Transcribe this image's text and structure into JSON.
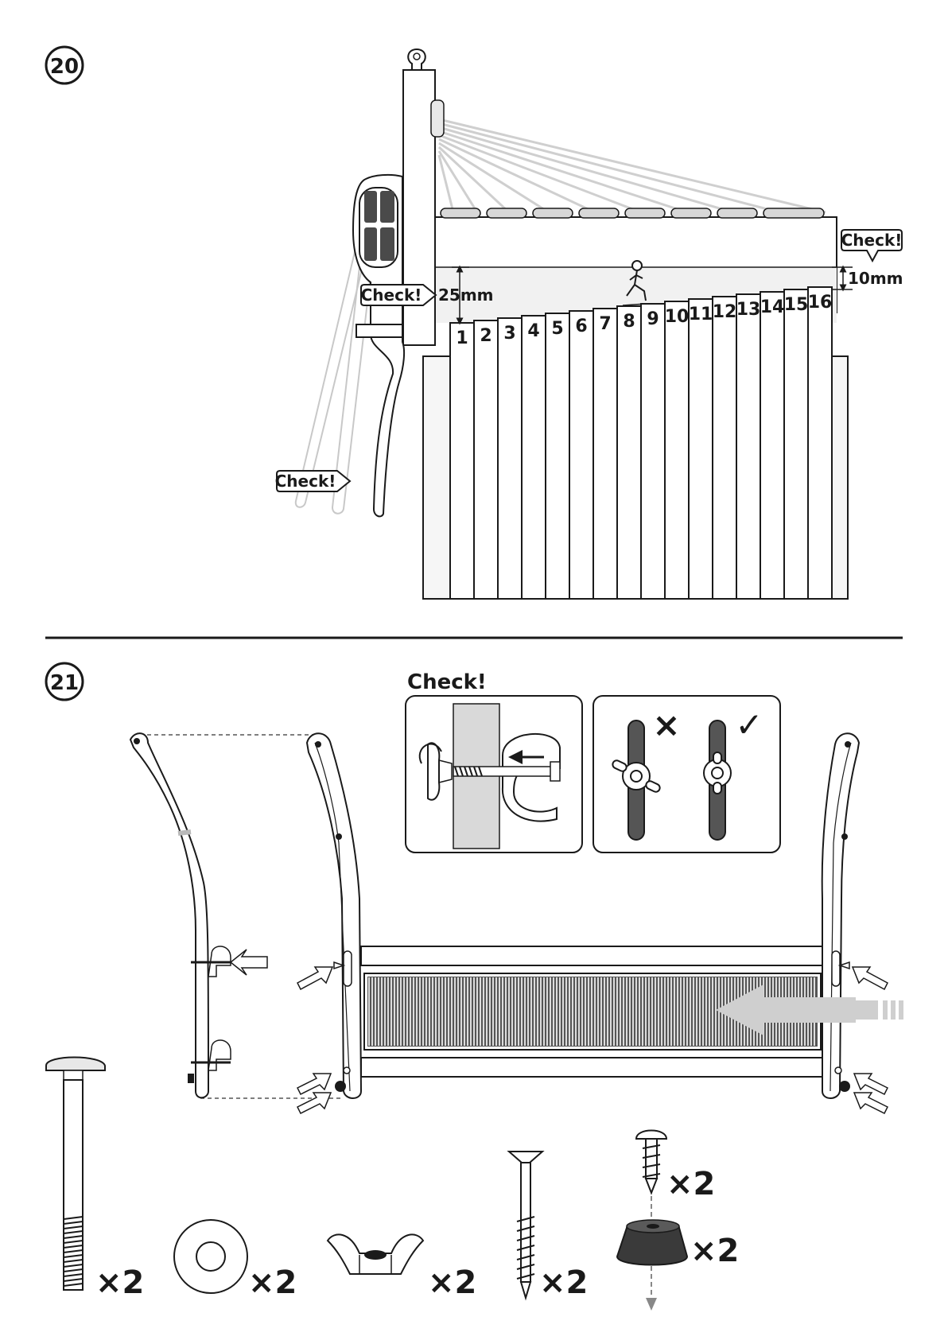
{
  "steps": [
    {
      "number": "20",
      "check_label": "Check!",
      "gap_small": "10mm",
      "gap_large": "25mm",
      "slat_numbers": [
        "1",
        "2",
        "3",
        "4",
        "5",
        "6",
        "7",
        "8",
        "9",
        "10",
        "11",
        "12",
        "13",
        "14",
        "15",
        "16"
      ]
    },
    {
      "number": "21",
      "check_label": "Check!",
      "wrong_mark": "×",
      "right_mark": "✓"
    }
  ],
  "parts": [
    {
      "icon": "carriage-bolt-icon",
      "quantity": "×2"
    },
    {
      "icon": "washer-icon",
      "quantity": "×2"
    },
    {
      "icon": "wing-nut-icon",
      "quantity": "×2"
    },
    {
      "icon": "wood-screw-icon",
      "quantity": "×2"
    },
    {
      "icon": "pan-head-screw-icon",
      "quantity": "×2"
    },
    {
      "icon": "rubber-foot-icon",
      "quantity": "×2"
    }
  ]
}
